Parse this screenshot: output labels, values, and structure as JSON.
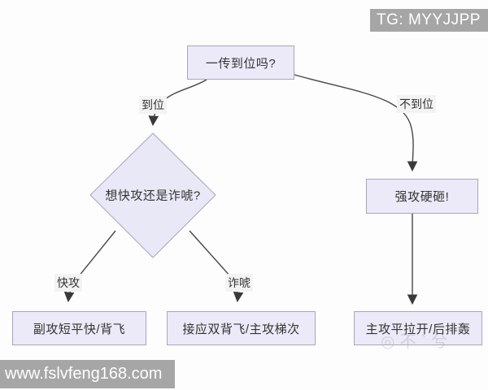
{
  "watermarks": {
    "top_right": "TG: MYYJJPP",
    "bottom_left": "www.fslvfeng168.com",
    "faint_overlay": "◎不`兮"
  },
  "flowchart": {
    "nodes": {
      "start": {
        "label": "一传到位吗?",
        "shape": "rect"
      },
      "decision": {
        "label": "想快攻还是诈唬?",
        "shape": "diamond"
      },
      "force": {
        "label": "强攻硬砸!",
        "shape": "rect"
      },
      "quick_result": {
        "label": "副攻短平快/背飞",
        "shape": "rect"
      },
      "bluff_result": {
        "label": "接应双背飞/主攻梯次",
        "shape": "rect"
      },
      "force_result": {
        "label": "主攻平拉开/后排轰",
        "shape": "rect"
      }
    },
    "edges": {
      "in_place": {
        "label": "到位",
        "from": "start",
        "to": "decision"
      },
      "not_in_place": {
        "label": "不到位",
        "from": "start",
        "to": "force"
      },
      "quick": {
        "label": "快攻",
        "from": "decision",
        "to": "quick_result"
      },
      "bluff": {
        "label": "诈唬",
        "from": "decision",
        "to": "bluff_result"
      },
      "force_down": {
        "label": "",
        "from": "force",
        "to": "force_result"
      }
    }
  },
  "colors": {
    "node_fill": "#ECEAF8",
    "node_border": "#A7A5BF",
    "connector": "#474747",
    "watermark_bar": "#A6A6A6",
    "text": "#333333"
  }
}
